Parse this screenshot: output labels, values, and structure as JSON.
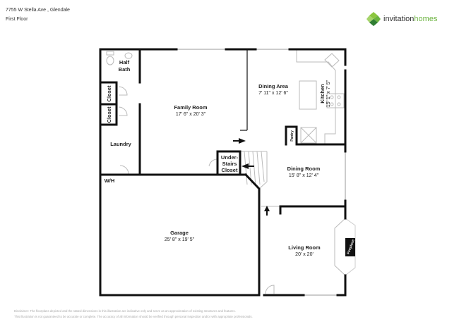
{
  "header": {
    "address": "7755 W Stella Ave , Glendale",
    "floor": "First Floor"
  },
  "logo": {
    "word1": "invitation",
    "word2": "homes",
    "colors": {
      "dark": "#3a8a3a",
      "light": "#8cc63f"
    }
  },
  "rooms": {
    "half_bath": {
      "line1": "Half",
      "line2": "Bath"
    },
    "closet_1": "Closet",
    "closet_2": "Closet",
    "laundry": "Laundry",
    "family_room": {
      "name": "Family Room",
      "dims": "17' 6\" x 20' 3\""
    },
    "under_stairs": {
      "line1": "Under-",
      "line2": "Stairs",
      "line3": "Closet"
    },
    "dining_area": {
      "name": "Dining Area",
      "dims": "7' 11\" x 12' 6\""
    },
    "kitchen": {
      "name": "Kitchen",
      "dims": "15' 1\" x 7' 5\""
    },
    "pantry": "Pantry",
    "dining_room": {
      "name": "Dining Room",
      "dims": "15' 8\" x 12' 4\""
    },
    "wh": "W/H",
    "garage": {
      "name": "Garage",
      "dims": "25' 8\" x 19' 5\""
    },
    "living_room": {
      "name": "Living Room",
      "dims": "20' x 20'"
    },
    "fireplace": "Fireplace"
  },
  "disclaimer": {
    "line1": "Disclaimer: The floorplans depicted and the stated dimensions in this illustration are indicative only and serve as an approximation of existing structures and features.",
    "line2": "This illustration is not guaranteed to be accurate or complete. The accuracy of all information should be verified through personal inspection and/or with appropriate professionals."
  }
}
